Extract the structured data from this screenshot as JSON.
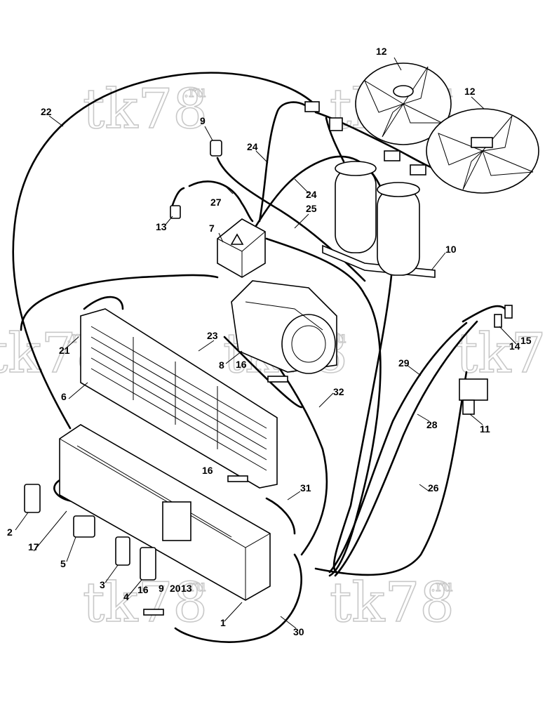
{
  "watermark": {
    "text": "tk78",
    "suffix": ".ru"
  },
  "callouts": [
    {
      "id": "c1",
      "text": "1"
    },
    {
      "id": "c2",
      "text": "2"
    },
    {
      "id": "c3",
      "text": "3"
    },
    {
      "id": "c4",
      "text": "4"
    },
    {
      "id": "c5",
      "text": "5"
    },
    {
      "id": "c6",
      "text": "6"
    },
    {
      "id": "c7",
      "text": "7"
    },
    {
      "id": "c8",
      "text": "8"
    },
    {
      "id": "c9",
      "text": "9"
    },
    {
      "id": "c10",
      "text": "10"
    },
    {
      "id": "c11",
      "text": "11"
    },
    {
      "id": "c12a",
      "text": "12"
    },
    {
      "id": "c12b",
      "text": "12"
    },
    {
      "id": "c13",
      "text": "13"
    },
    {
      "id": "c14",
      "text": "14"
    },
    {
      "id": "c15",
      "text": "15"
    },
    {
      "id": "c16a",
      "text": "16"
    },
    {
      "id": "c16b",
      "text": "16"
    },
    {
      "id": "c16c",
      "text": "16"
    },
    {
      "id": "c17",
      "text": "17"
    },
    {
      "id": "c21",
      "text": "21"
    },
    {
      "id": "c22",
      "text": "22"
    },
    {
      "id": "c23",
      "text": "23"
    },
    {
      "id": "c24a",
      "text": "24"
    },
    {
      "id": "c24b",
      "text": "24"
    },
    {
      "id": "c25",
      "text": "25"
    },
    {
      "id": "c26",
      "text": "26"
    },
    {
      "id": "c27",
      "text": "27"
    },
    {
      "id": "c28",
      "text": "28"
    },
    {
      "id": "c29",
      "text": "29"
    },
    {
      "id": "c30",
      "text": "30"
    },
    {
      "id": "c31",
      "text": "31"
    },
    {
      "id": "c32",
      "text": "32"
    },
    {
      "id": "c9b",
      "text": "9"
    },
    {
      "id": "c20",
      "text": "20"
    },
    {
      "id": "c13b",
      "text": "13"
    }
  ]
}
